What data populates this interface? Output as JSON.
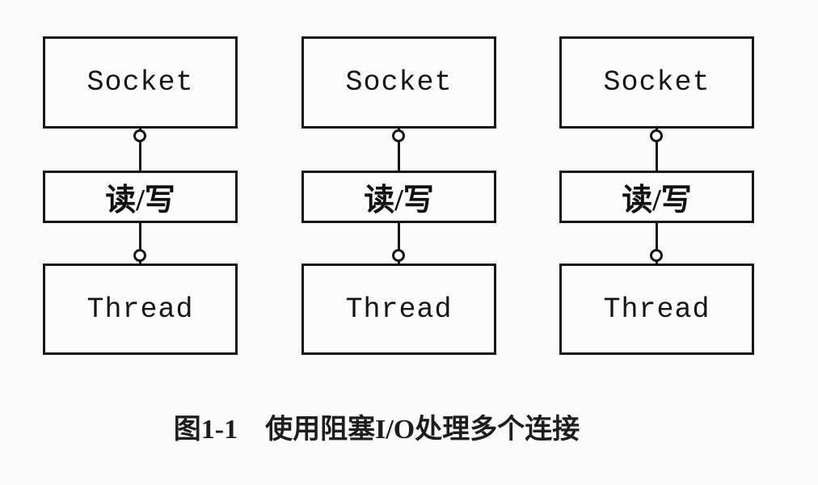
{
  "figure": {
    "caption": {
      "label": "图1-1",
      "title": "使用阻塞I/O处理多个连接"
    },
    "columns": [
      {
        "socket": "Socket",
        "io": "读/写",
        "thread": "Thread"
      },
      {
        "socket": "Socket",
        "io": "读/写",
        "thread": "Thread"
      },
      {
        "socket": "Socket",
        "io": "读/写",
        "thread": "Thread"
      }
    ],
    "colors": {
      "background": "#fbfbfb",
      "box_fill": "#fcfcfc",
      "line": "#161616",
      "text": "#151515"
    }
  }
}
